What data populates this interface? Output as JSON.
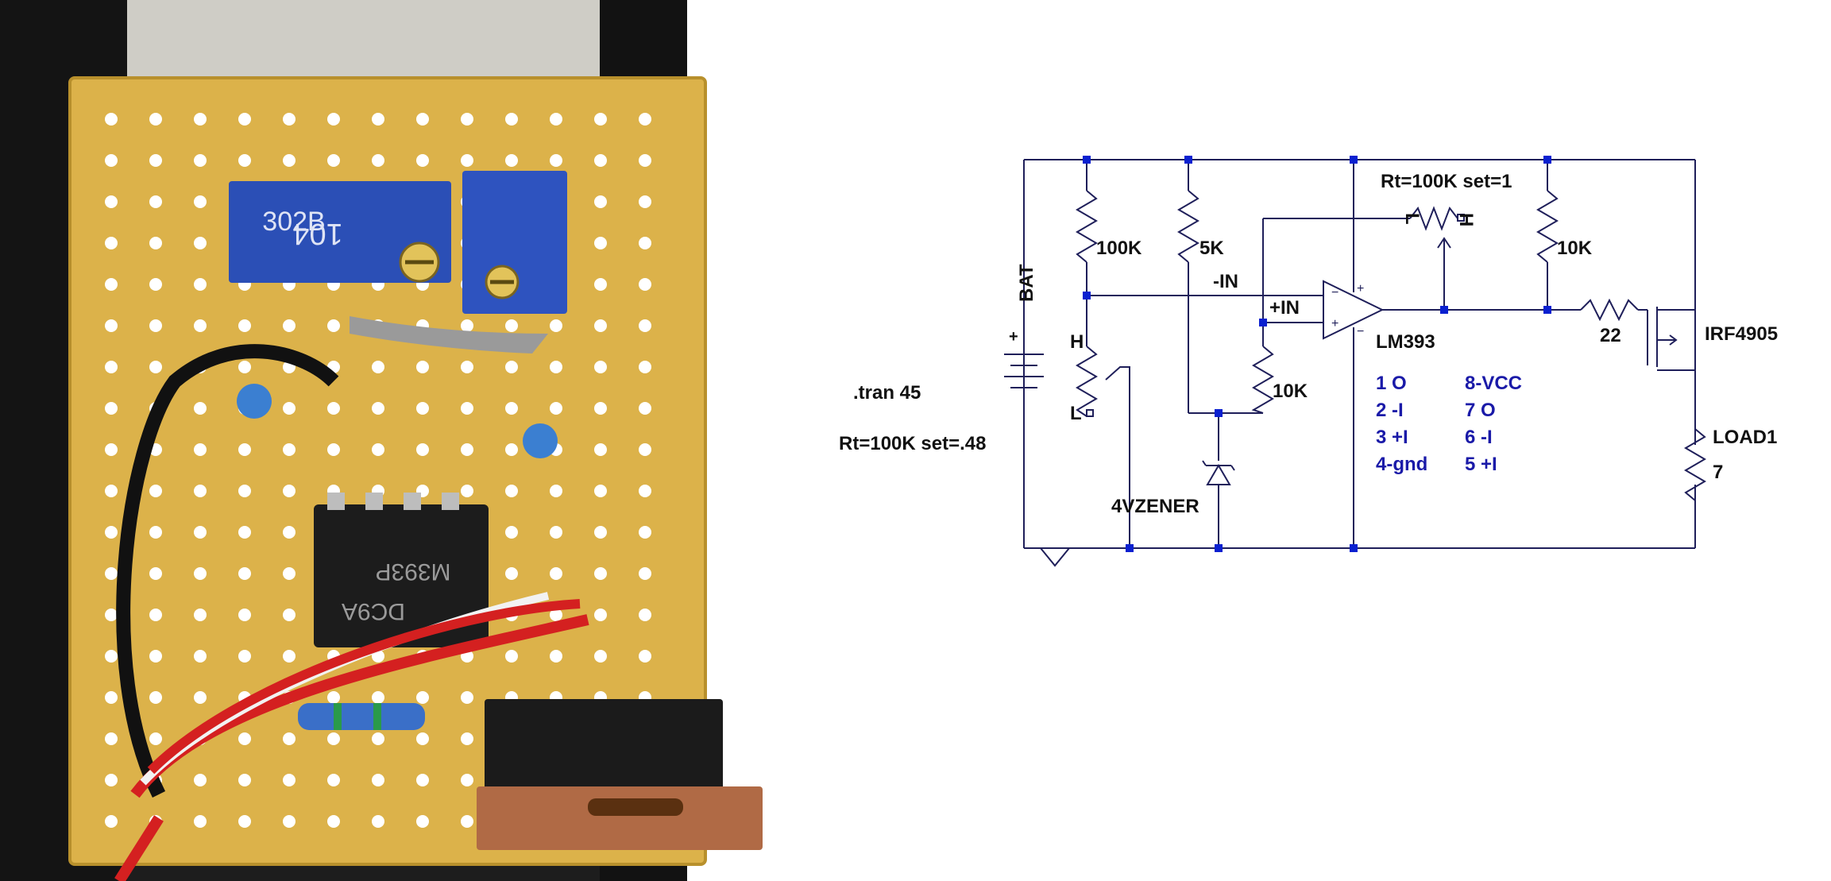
{
  "schematic": {
    "bat": "BAT",
    "tran": ".tran 45",
    "pot1_rt": "Rt=100K set=.48",
    "pot2_rt": "Rt=100K set=1",
    "r_100k": "100K",
    "r_5k": "5K",
    "r_10k_top": "10K",
    "r_10k_mid": "10K",
    "r_22": "22",
    "minus_in": "-IN",
    "plus_in": "+IN",
    "opamp": "LM393",
    "mosfet": "IRF4905",
    "load": "LOAD1",
    "load_val": "7",
    "zener": "4VZENER",
    "pot_h": "H",
    "pot_l": "L",
    "pot2_l": "L",
    "pot2_h": "H",
    "pin_col1": [
      "1 O",
      "2  -I",
      "3 +I",
      "4-gnd"
    ],
    "pin_col2": [
      "8-VCC",
      "7 O",
      "6 -I",
      "5 +I"
    ],
    "pin_color": "#1a1aa8",
    "wire_color": "#1f1f5a",
    "junction_color": "#0a20d0"
  },
  "photo": {
    "chip_marking": "M393P",
    "chip_code": "DC9A",
    "pot_marking": "302B",
    "pot_value": "104"
  }
}
